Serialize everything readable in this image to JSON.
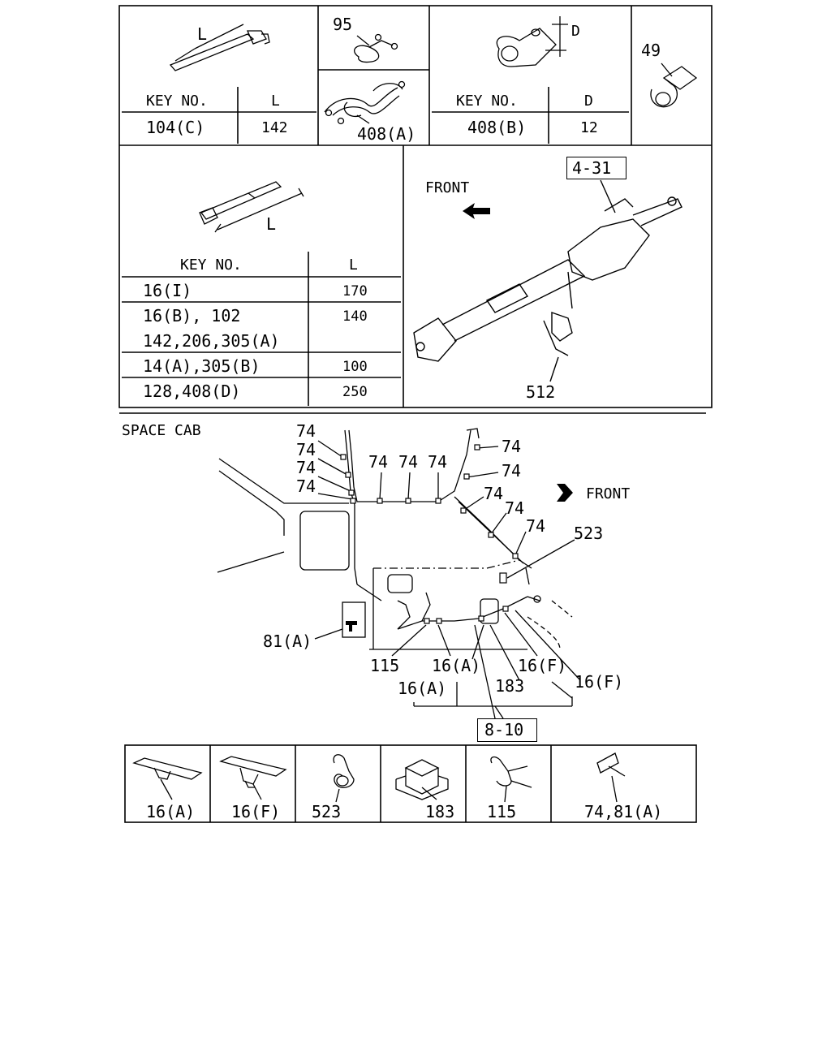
{
  "top_left": {
    "dim_label": "L",
    "header_key": "KEY NO.",
    "header_val": "L",
    "row_key": "104(C)",
    "row_val": "142"
  },
  "clips": {
    "upper_label": "95",
    "lower_label": "408(A)"
  },
  "clamp_d": {
    "dim_label": "D",
    "header_key": "KEY NO.",
    "header_val": "D",
    "row_key": "408(B)",
    "row_val": "12"
  },
  "clamp_49": {
    "label": "49"
  },
  "ties_table": {
    "dim_label": "L",
    "header_key": "KEY NO.",
    "header_val": "L",
    "rows": [
      {
        "key": "16(I)",
        "val": "170"
      },
      {
        "key": "16(B), 102",
        "val": "140"
      },
      {
        "key": "142,206,305(A)",
        "val": ""
      },
      {
        "key": "14(A),305(B)",
        "val": "100"
      },
      {
        "key": "128,408(D)",
        "val": "250"
      }
    ]
  },
  "steering": {
    "front_label": "FRONT",
    "ref_box": "4-31",
    "part_label": "512"
  },
  "space_cab": {
    "title": "SPACE CAB",
    "front_label": "FRONT",
    "labels_74": [
      "74",
      "74",
      "74",
      "74",
      "74",
      "74",
      "74",
      "74",
      "74",
      "74",
      "74",
      "74"
    ],
    "label_523": "523",
    "label_81a": "81(A)",
    "label_115": "115",
    "label_16a_1": "16(A)",
    "label_16f_1": "16(F)",
    "label_183": "183",
    "label_16a_2": "16(A)",
    "label_16f_2": "16(F)",
    "ref_box": "8-10"
  },
  "legend": [
    {
      "label": "16(A)"
    },
    {
      "label": "16(F)"
    },
    {
      "label": "523"
    },
    {
      "label": "183"
    },
    {
      "label": "115"
    },
    {
      "label": "74,81(A)"
    }
  ]
}
